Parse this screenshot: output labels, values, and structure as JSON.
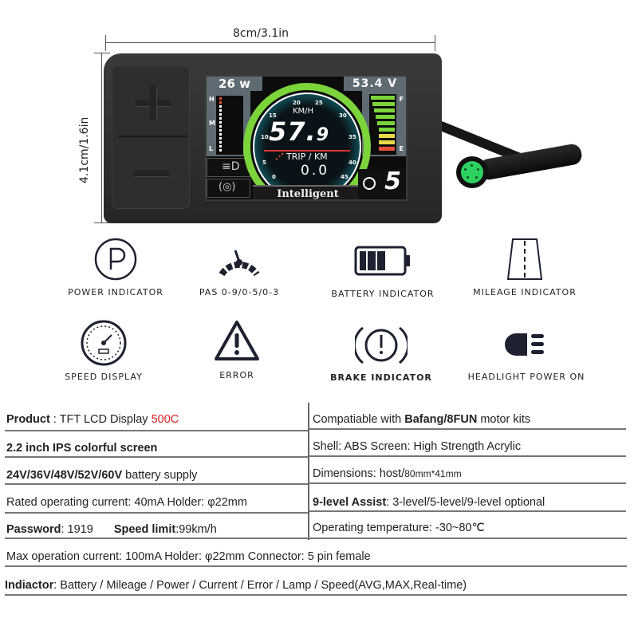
{
  "dimensions": {
    "width_label": "8cm/3.1in",
    "height_label": "4.1cm/1.6in"
  },
  "device": {
    "keypad": {
      "plus_label": "+",
      "minus_label": "−"
    },
    "screen": {
      "power": "26 w",
      "voltage": "53.4 V",
      "power_scale": [
        "H",
        "M",
        "L"
      ],
      "battery_scale": [
        "F",
        "E"
      ],
      "speed_unit": "KM/H",
      "speed_int": "57.",
      "speed_dec": "9",
      "trip_label": "TRIP / KM",
      "trip_value": "0.0",
      "mode": "Intelligent",
      "pas_level": "5",
      "gauge_ticks": [
        "0",
        "5",
        "10",
        "15",
        "20",
        "25",
        "30",
        "35",
        "40",
        "45"
      ],
      "colors": {
        "gauge_ring": "#7bd43a",
        "gauge_glow": "#1bb6c8",
        "battery_green": "#7bd43a",
        "battery_yellow": "#e8d94a",
        "battery_red": "#e8503a"
      }
    },
    "connector_color": "#2dd160"
  },
  "icons": [
    {
      "name": "power-indicator",
      "label": "POWER INDICATOR"
    },
    {
      "name": "pas",
      "label": "PAS 0-9/0-5/0-3"
    },
    {
      "name": "battery-indicator",
      "label": "BATTERY INDICATOR"
    },
    {
      "name": "mileage-indicator",
      "label": "MILEAGE INDICATOR"
    },
    {
      "name": "speed-display",
      "label": "SPEED DISPLAY"
    },
    {
      "name": "error",
      "label": "ERROR"
    },
    {
      "name": "brake-indicator",
      "label": "BRAKE INDICATOR"
    },
    {
      "name": "headlight-power-on",
      "label": "HEADLIGHT POWER ON"
    }
  ],
  "specs": {
    "left": [
      {
        "bold": "Product",
        "text": " : TFT LCD Display ",
        "highlight": "500C"
      },
      {
        "bold": "2.2 inch IPS colorful screen",
        "text": ""
      },
      {
        "bold": "24V/36V/48V/52V/60V",
        "text": " battery supply"
      },
      {
        "text": "Rated operating current: 40mA   Holder: φ22mm"
      },
      {
        "bold": "Password",
        "text": ": 1919",
        "bold2": "Speed limit",
        "text2": ":99km/h"
      }
    ],
    "right": [
      {
        "text": "Compatiable with ",
        "bold": "Bafang/8FUN",
        "text2": " motor kits"
      },
      {
        "text": "Shell: ABS    Screen: High Strength Acrylic"
      },
      {
        "text": "Dimensions: host/",
        "small": "80mm*41mm"
      },
      {
        "bold": "9-level Assist",
        "text": ": 3-level/5-level/9-level optional"
      },
      {
        "text": "Operating temperature: -30~80℃"
      }
    ],
    "full": [
      {
        "text": "Max operation current: 100mA    Holder: φ22mm     Connector: 5 pin female"
      },
      {
        "bold": "Indiactor",
        "text": ": Battery / Mileage / Power / Current / Error / Lamp / Speed(AVG,MAX,Real-time)"
      }
    ]
  }
}
